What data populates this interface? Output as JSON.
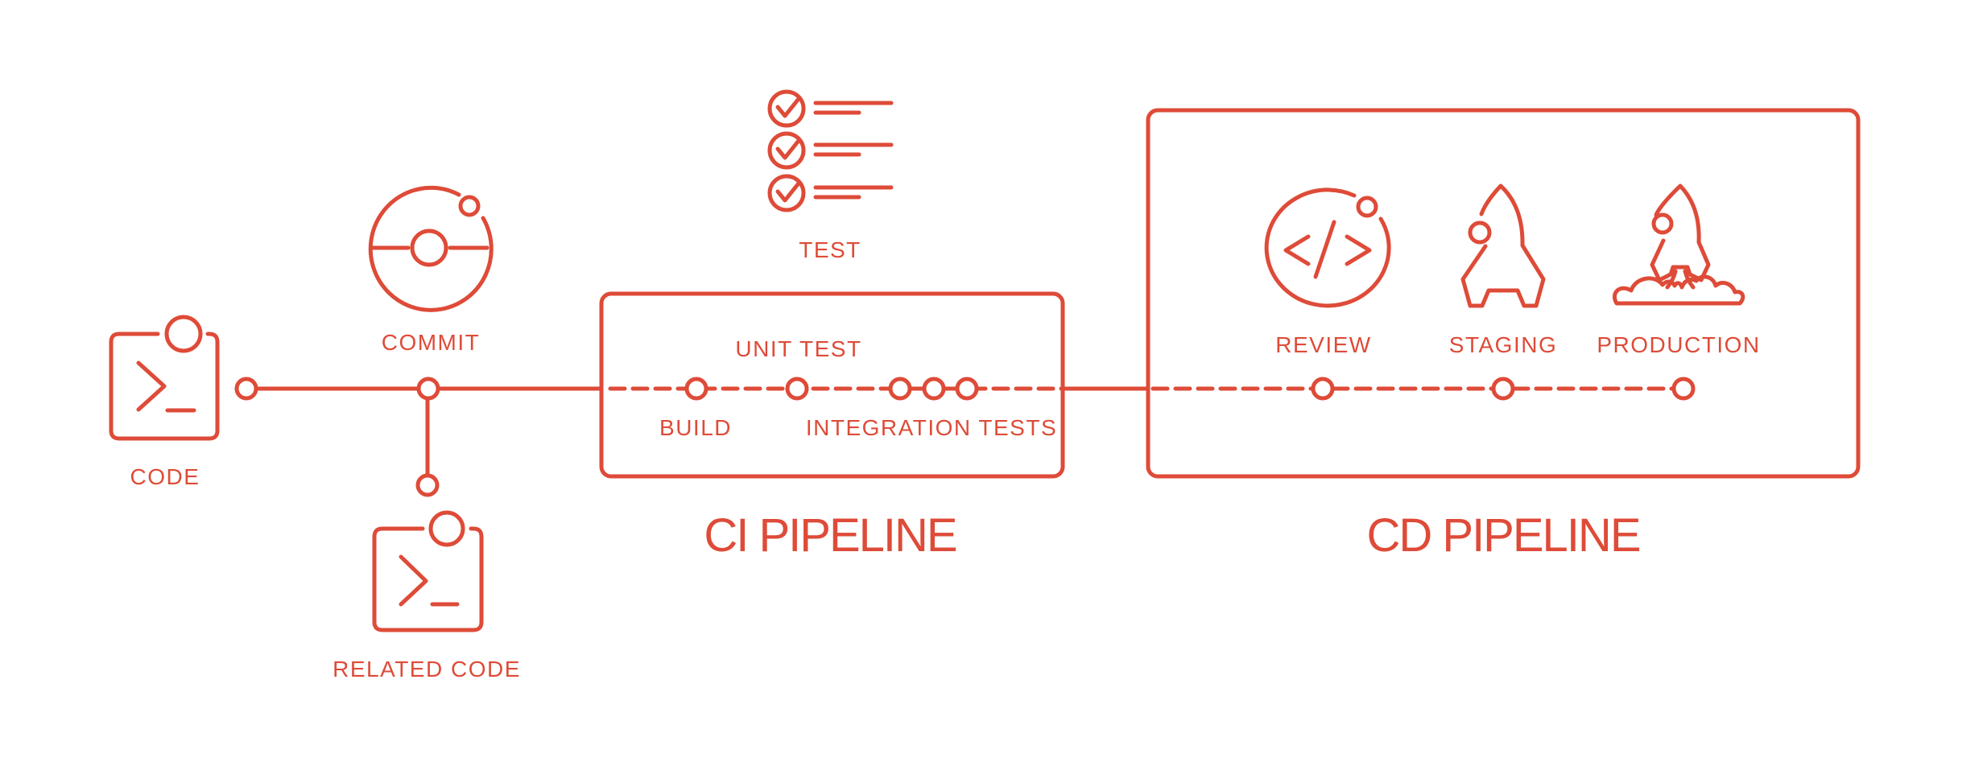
{
  "accent_color": "#DE4B38",
  "background_color": "#FFFFFF",
  "workflow": {
    "code_label": "CODE",
    "commit_label": "COMMIT",
    "related_code_label": "RELATED CODE",
    "test_label": "TEST"
  },
  "ci_pipeline": {
    "title": "CI PIPELINE",
    "build_label": "BUILD",
    "unit_test_label": "UNIT TEST",
    "integration_tests_label": "INTEGRATION TESTS"
  },
  "cd_pipeline": {
    "title": "CD PIPELINE",
    "review_label": "REVIEW",
    "staging_label": "STAGING",
    "production_label": "PRODUCTION"
  }
}
